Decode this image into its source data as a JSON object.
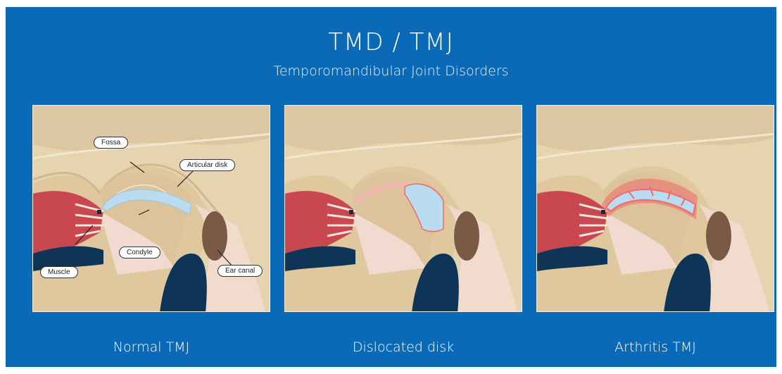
{
  "header": {
    "title": "TMD / TMJ",
    "subtitle": "Temporomandibular Joint Disorders"
  },
  "panels": [
    {
      "caption": "Normal TMJ",
      "labels": {
        "fossa": "Fossa",
        "articular_disk": "Articular disk",
        "condyle": "Condyle",
        "muscle": "Muscle",
        "ear_canal": "Ear canal"
      }
    },
    {
      "caption": "Dislocated disk"
    },
    {
      "caption": "Arthritis TMJ"
    }
  ],
  "colors": {
    "background": "#0a6ab8",
    "bone": "#e6d3b0",
    "disk": "#b9dcf0",
    "inflammation": "#f06a6a",
    "muscle": "#c9474f",
    "canal": "#7b5a45",
    "dark_fill": "#0f3556"
  }
}
